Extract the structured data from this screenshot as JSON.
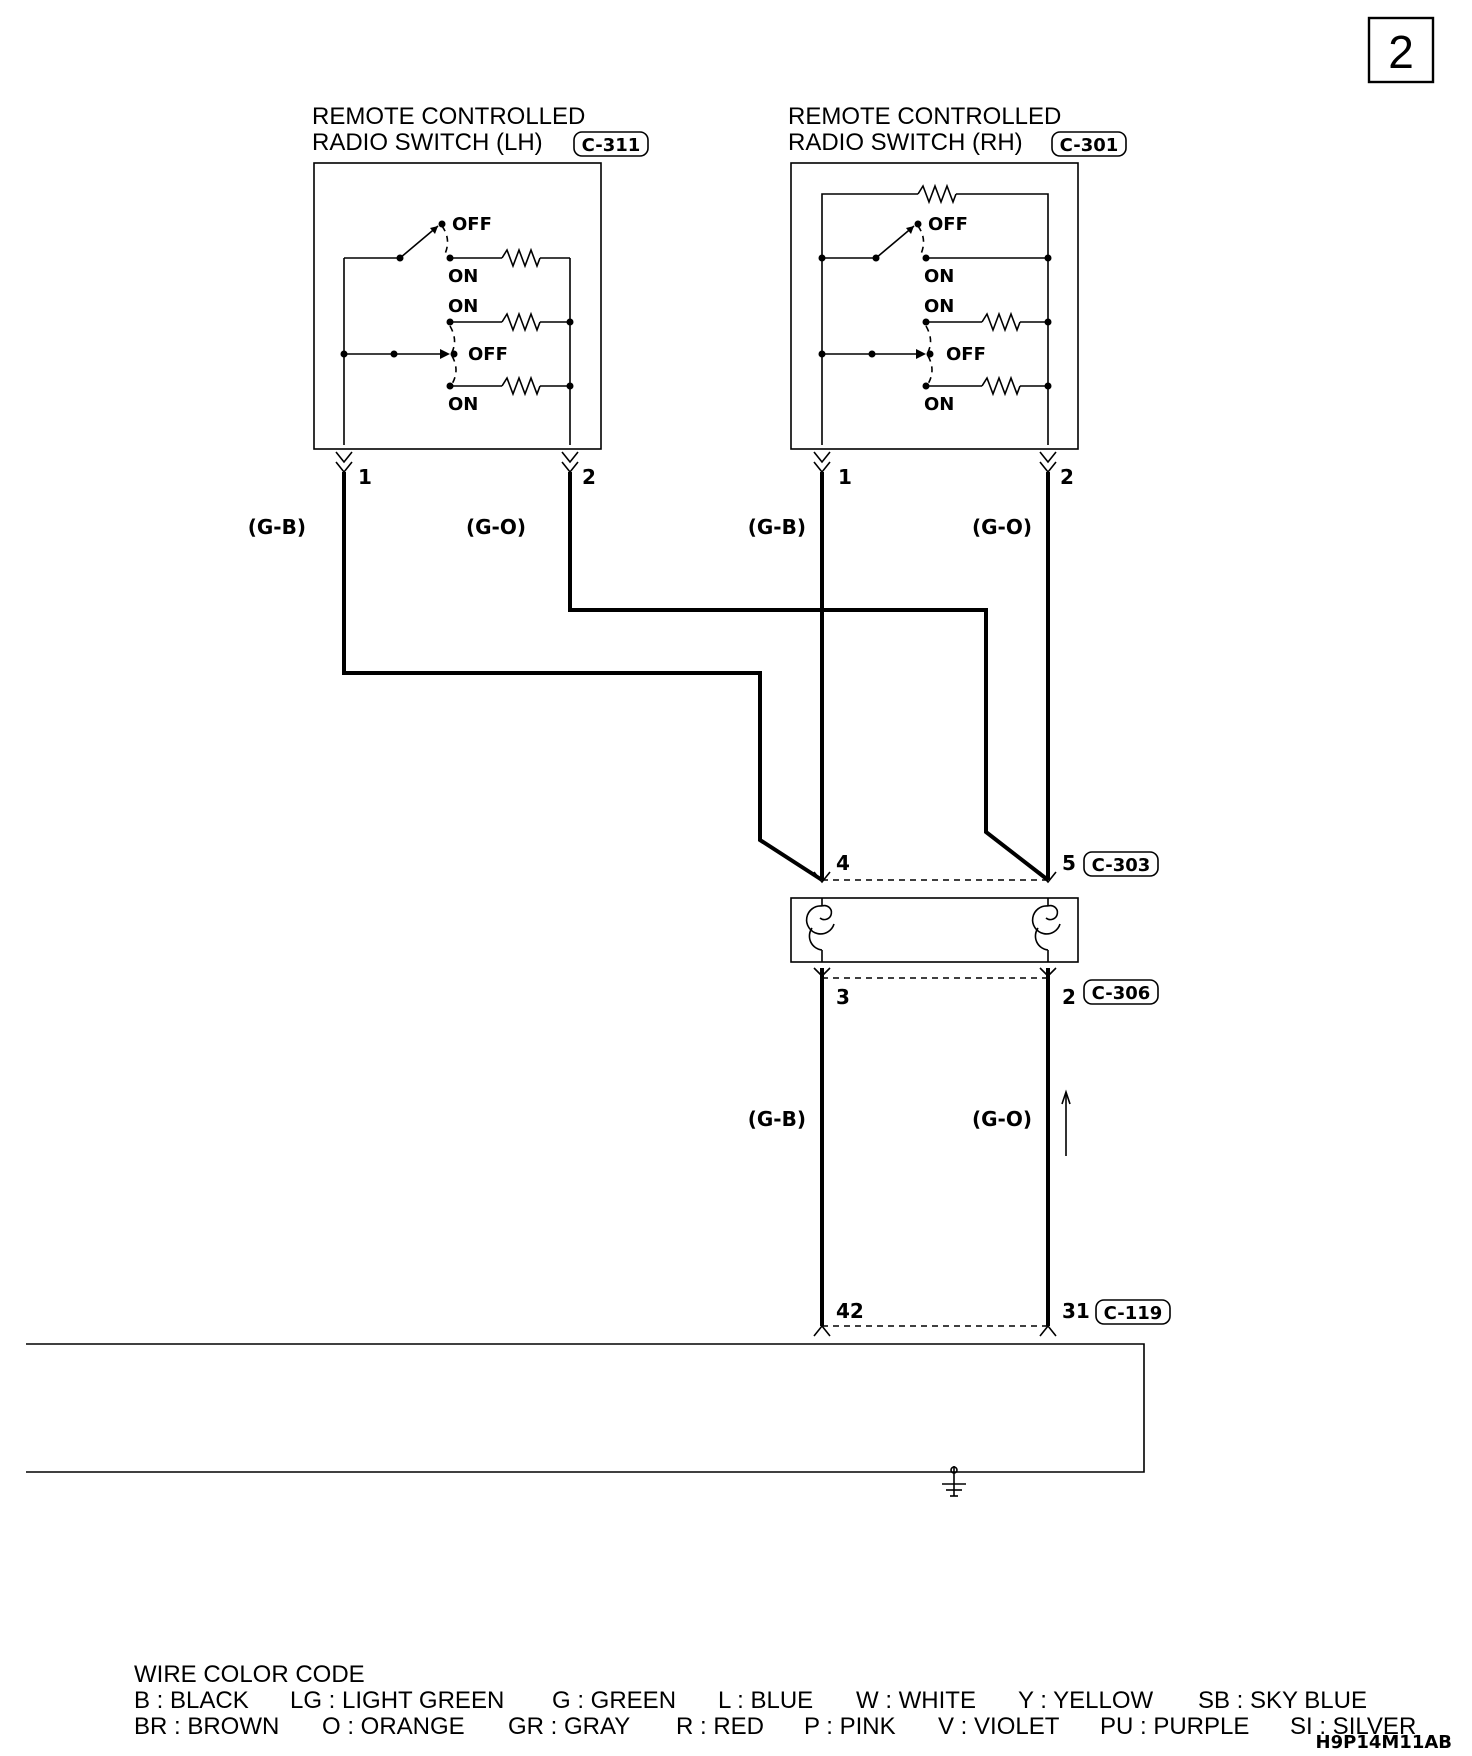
{
  "page_number": "2",
  "switch_lh": {
    "title_line1": "REMOTE CONTROLLED",
    "title_line2": "RADIO SWITCH (LH)",
    "connector": "C-311",
    "pin1": "1",
    "pin2": "2",
    "wire1": "(G-B)",
    "wire2": "(G-O)"
  },
  "switch_rh": {
    "title_line1": "REMOTE CONTROLLED",
    "title_line2": "RADIO SWITCH (RH)",
    "connector": "C-301",
    "pin1": "1",
    "pin2": "2",
    "wire1": "(G-B)",
    "wire2": "(G-O)"
  },
  "switch_labels": {
    "off": "OFF",
    "on": "ON"
  },
  "clock_spring": {
    "upper_pin_a": "4",
    "upper_pin_b": "5",
    "upper_connector": "C-303",
    "lower_pin_a": "3",
    "lower_pin_b": "2",
    "lower_connector": "C-306",
    "wire_a": "(G-B)",
    "wire_b": "(G-O)"
  },
  "unit": {
    "pin_a": "42",
    "pin_b": "31",
    "connector": "C-119"
  },
  "legend": {
    "title": "WIRE COLOR CODE",
    "row1": [
      "B : BLACK",
      "LG : LIGHT GREEN",
      "G : GREEN",
      "L : BLUE",
      "W : WHITE",
      "Y : YELLOW",
      "SB : SKY BLUE"
    ],
    "row2": [
      "BR : BROWN",
      "O : ORANGE",
      "GR : GRAY",
      "R : RED",
      "P : PINK",
      "V : VIOLET",
      "PU : PURPLE",
      "SI : SILVER"
    ]
  },
  "figure_code": "H9P14M11AB"
}
